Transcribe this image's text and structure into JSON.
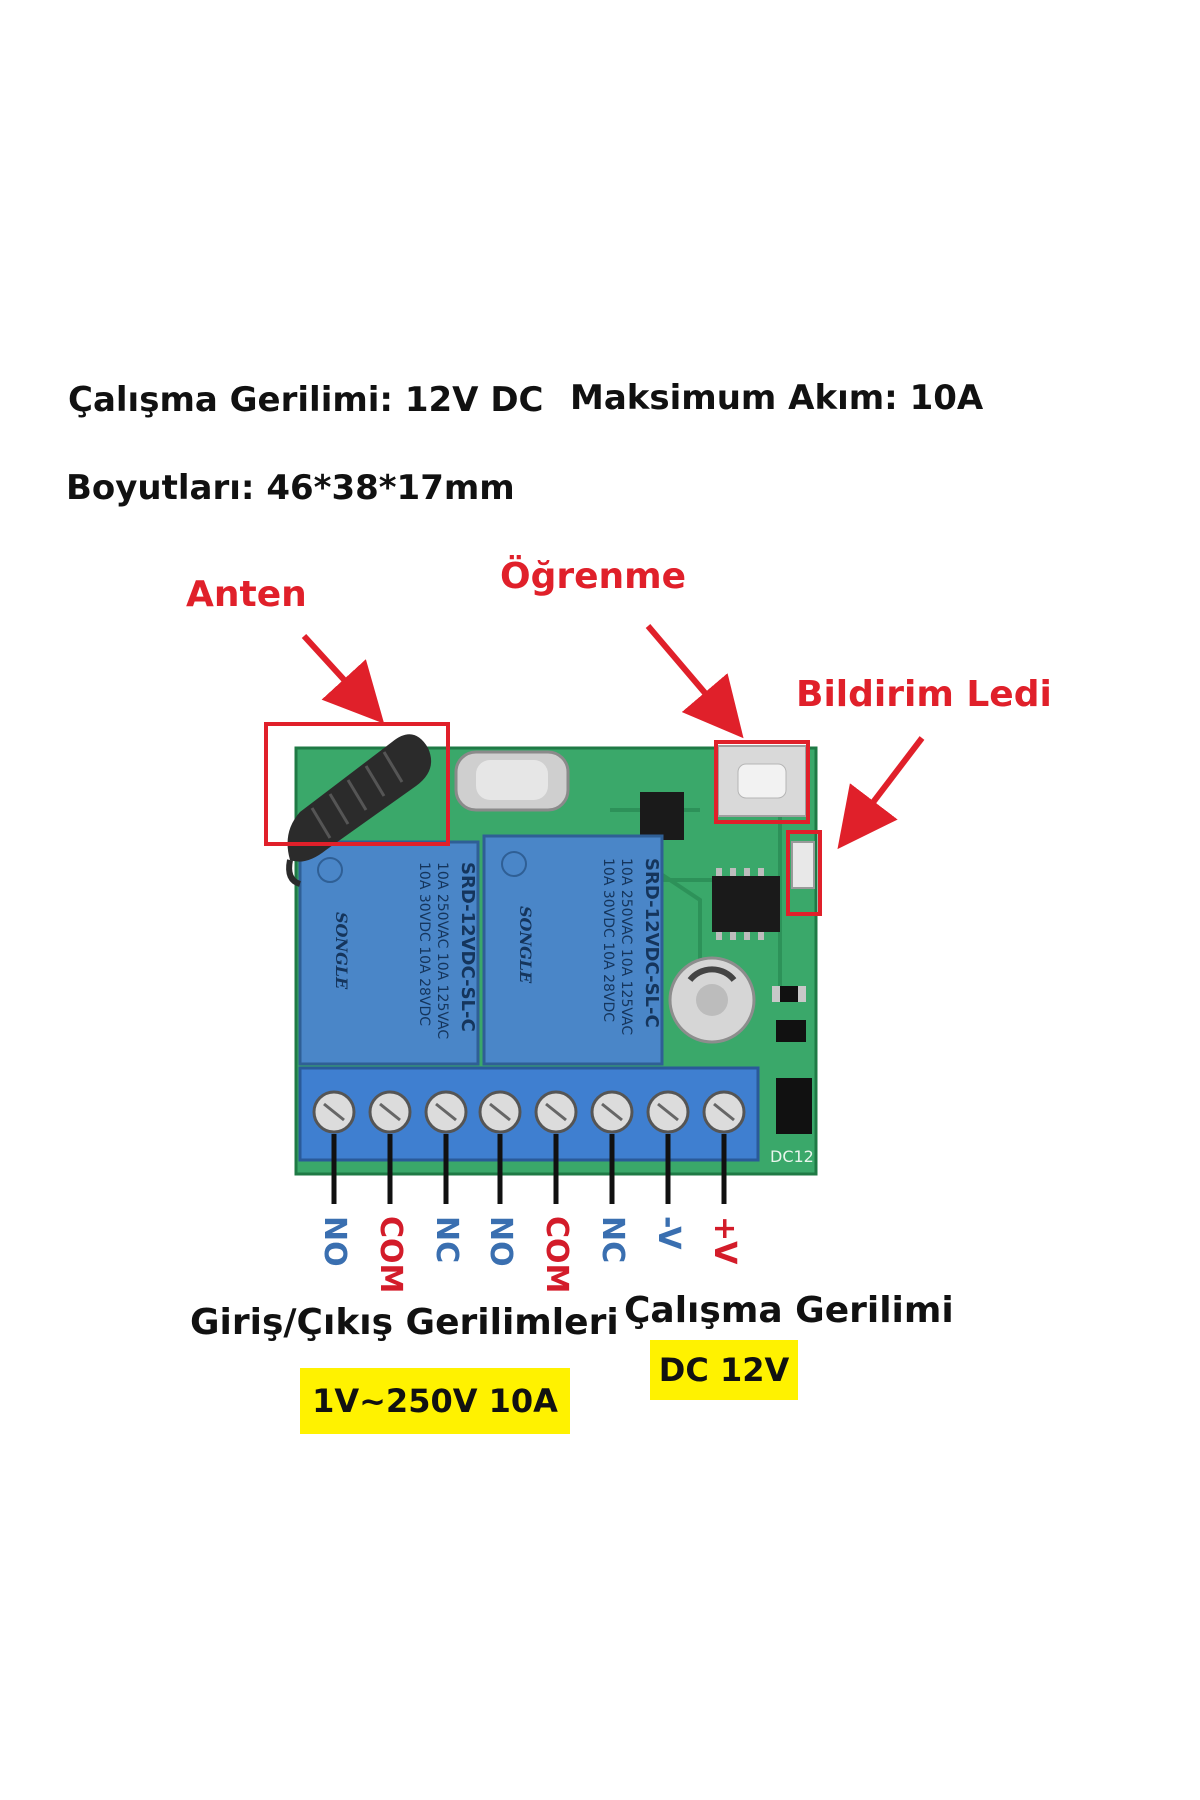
{
  "specs": {
    "voltage": "Çalışma Gerilimi: 12V DC",
    "current": "Maksimum Akım: 10A",
    "dimensions": "Boyutları: 46*38*17mm"
  },
  "callouts": {
    "antenna": "Anten",
    "learn": "Öğrenme",
    "led": "Bildirim Ledi"
  },
  "relays": [
    {
      "brand": "SONGLE",
      "model": "SRD-12VDC-SL-C",
      "ratings": [
        "10A 250VAC 10A 125VAC",
        "10A 30VDC 10A 28VDC"
      ]
    },
    {
      "brand": "SONGLE",
      "model": "SRD-12VDC-SL-C",
      "ratings": [
        "10A 250VAC 10A 125VAC",
        "10A 30VDC 10A 28VDC"
      ]
    }
  ],
  "board_marking": "DC12",
  "terminals": [
    {
      "label": "NO",
      "color": "#3a6fb0"
    },
    {
      "label": "COM",
      "color": "#d31c2a"
    },
    {
      "label": "NC",
      "color": "#3a6fb0"
    },
    {
      "label": "NO",
      "color": "#3a6fb0"
    },
    {
      "label": "COM",
      "color": "#d31c2a"
    },
    {
      "label": "NC",
      "color": "#3a6fb0"
    },
    {
      "label": "-V",
      "color": "#3a6fb0"
    },
    {
      "label": "+V",
      "color": "#d31c2a"
    }
  ],
  "io": {
    "title": "Giriş/Çıkış Gerilimleri",
    "value": "1V~250V  10A"
  },
  "power": {
    "title": "Çalışma Gerilimi",
    "value": "DC 12V"
  },
  "colors": {
    "callout": "#e0202a",
    "highlight": "#fff200",
    "pcb": "#2f9e5a",
    "relay": "#4a86c8",
    "terminal_block": "#3f7fd0"
  }
}
